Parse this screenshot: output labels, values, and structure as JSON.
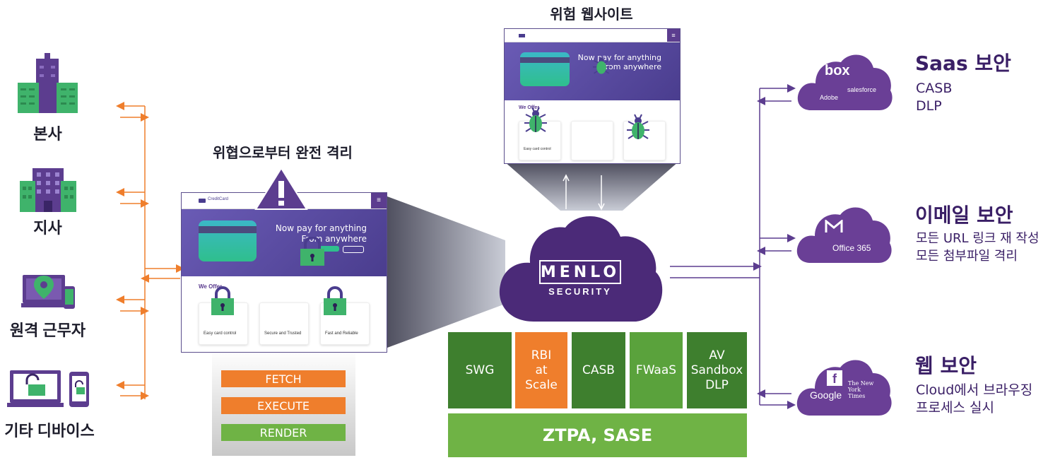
{
  "left_items": [
    {
      "label": "본사",
      "icon": "headquarters-building-icon"
    },
    {
      "label": "지사",
      "icon": "branch-building-icon"
    },
    {
      "label": "원격 근무자",
      "icon": "remote-worker-laptop-icon"
    },
    {
      "label": "기타 디바이스",
      "icon": "other-devices-icon"
    }
  ],
  "isolation": {
    "title": "위협으로부터 완전 격리",
    "steps": [
      "FETCH",
      "EXECUTE",
      "RENDER"
    ]
  },
  "browser": {
    "brand": "CreditCard",
    "hero_line1": "Now pay for anything",
    "hero_line2": "From anywhere",
    "offer_title": "We Offer",
    "cards": [
      "Easy card control",
      "Secure and Trusted",
      "Fast and Reliable"
    ]
  },
  "risky": {
    "title": "위험 웹사이트",
    "hero_line1": "Now pay for anything",
    "hero_line2": "From anywhere",
    "offer_title": "We Offer",
    "card1": "Easy card control"
  },
  "menlo": {
    "line1": "MENLO",
    "line2": "SECURITY"
  },
  "services": [
    {
      "label": "SWG",
      "color": "#3e7f2e"
    },
    {
      "label": "RBI\nat\nScale",
      "color": "#ef7e2c"
    },
    {
      "label": "CASB",
      "color": "#3e7f2e"
    },
    {
      "label": "FWaaS",
      "color": "#5aa23c"
    },
    {
      "label": "AV\nSandbox\nDLP",
      "color": "#3e7f2e"
    }
  ],
  "ztpa": "ZTPA, SASE",
  "right": [
    {
      "title": "Saas 보안",
      "sub1": "CASB",
      "sub2": "DLP",
      "logos": [
        "box",
        "Adobe",
        "salesforce"
      ]
    },
    {
      "title": "이메일 보안",
      "sub1": "모든 URL 링크 재 작성",
      "sub2": "모든 첨부파일 격리",
      "logos": [
        "Office 365"
      ]
    },
    {
      "title": "웹 보안",
      "sub1": "Cloud에서 브라우징",
      "sub2": "프로세스 실시",
      "logos": [
        "Google",
        "The New York Times"
      ]
    }
  ],
  "colors": {
    "orange": "#ef7e2c",
    "purple": "#5c3d8f",
    "green_dark": "#3e7f2e",
    "green_light": "#6fb345"
  }
}
